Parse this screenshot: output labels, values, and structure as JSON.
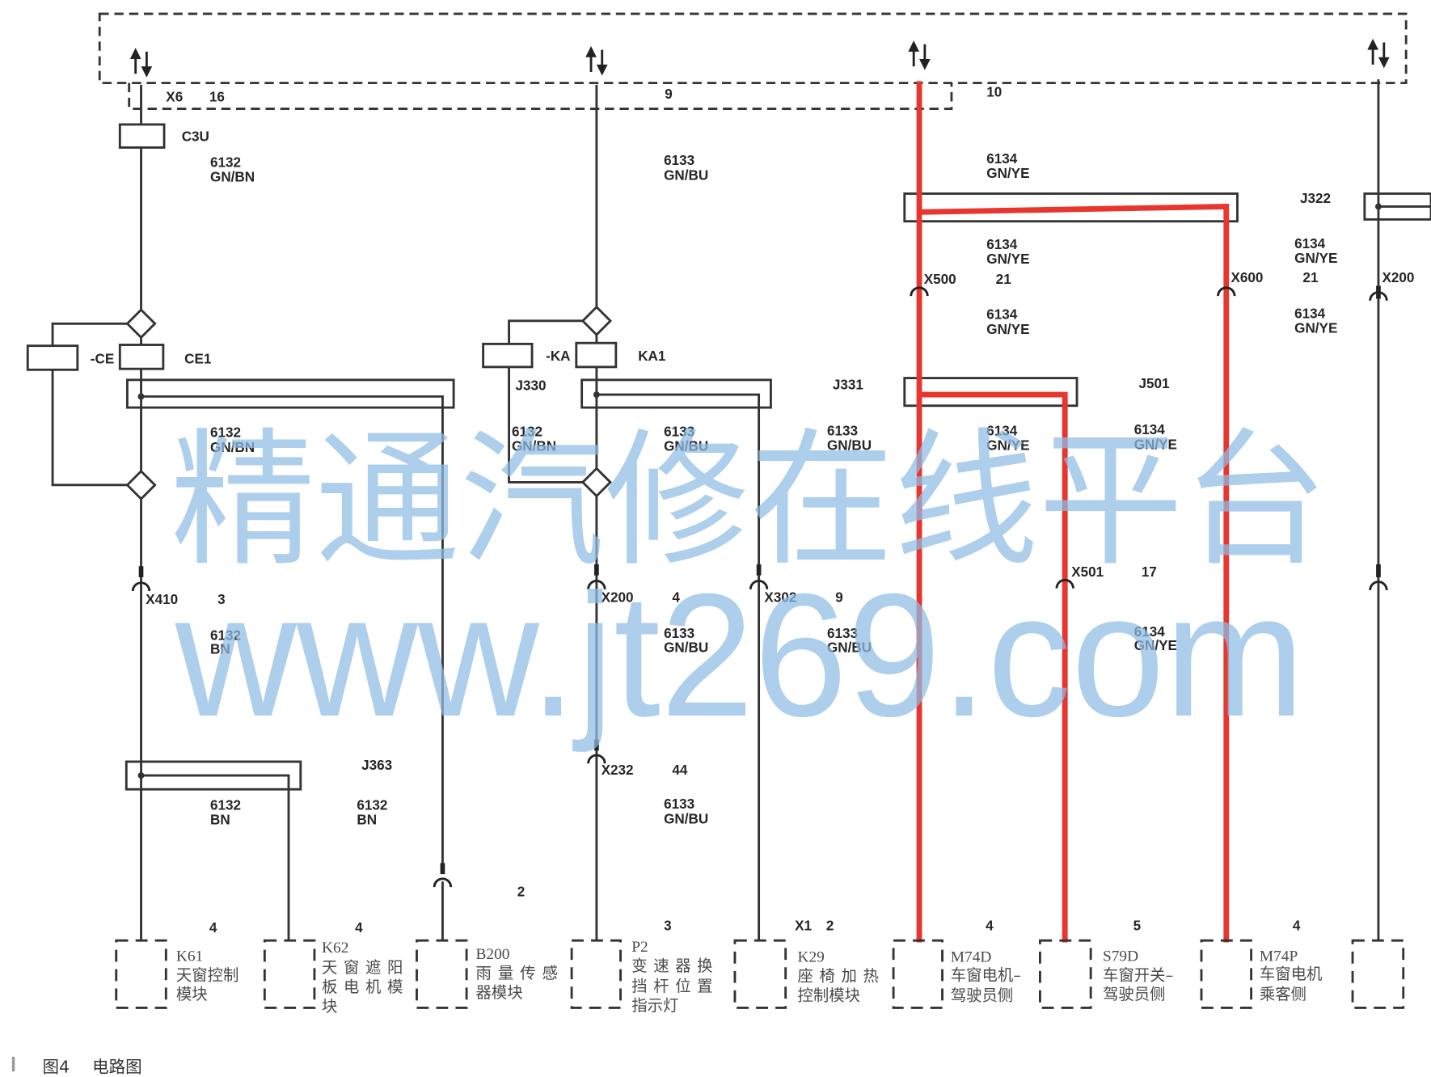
{
  "diagram": {
    "top_connector": {
      "name": "X6",
      "pins": [
        "16",
        "9",
        "10"
      ]
    },
    "c3u": "C3U",
    "harness": {
      "ce_left": "-CE",
      "ce_right": "CE1",
      "ka_left": "-KA",
      "ka_right": "KA1"
    },
    "splices": {
      "j322": "J322",
      "j330": "J330",
      "j331": "J331",
      "j501": "J501",
      "j363": "J363"
    },
    "connectors": [
      {
        "name": "X500",
        "pin": "21"
      },
      {
        "name": "X600",
        "pin": "21"
      },
      {
        "name": "X200"
      },
      {
        "name": "X410",
        "pin": "3"
      },
      {
        "name": "X200",
        "pin": "4"
      },
      {
        "name": "X302",
        "pin": "9"
      },
      {
        "name": "X501",
        "pin": "17"
      },
      {
        "name": "X232",
        "pin": "44"
      }
    ],
    "wires": [
      {
        "circuit": "6132",
        "color": "GN/BN"
      },
      {
        "circuit": "6133",
        "color": "GN/BU"
      },
      {
        "circuit": "6134",
        "color": "GN/YE"
      },
      {
        "circuit": "6134",
        "color": "GN/YE"
      },
      {
        "circuit": "6134",
        "color": "GN/YE"
      },
      {
        "circuit": "6134",
        "color": "GN/YE"
      },
      {
        "circuit": "6134",
        "color": "GN/YE"
      },
      {
        "circuit": "6132",
        "color": "GN/BN"
      },
      {
        "circuit": "6132",
        "color": "GN/BN"
      },
      {
        "circuit": "6133",
        "color": "GN/BU"
      },
      {
        "circuit": "6133",
        "color": "GN/BU"
      },
      {
        "circuit": "6134",
        "color": "GN/YE"
      },
      {
        "circuit": "6134",
        "color": "GN/YE"
      },
      {
        "circuit": "6132",
        "color": "BN"
      },
      {
        "circuit": "6133",
        "color": "GN/BU"
      },
      {
        "circuit": "6133",
        "color": "GN/BU"
      },
      {
        "circuit": "6134",
        "color": "GN/YE"
      },
      {
        "circuit": "6132",
        "color": "BN"
      },
      {
        "circuit": "6132",
        "color": "BN"
      },
      {
        "circuit": "6133",
        "color": "GN/BU"
      }
    ],
    "components": [
      {
        "id": "K61",
        "desc": [
          "天窗控制",
          "模块"
        ],
        "pin": "4"
      },
      {
        "id": "K62",
        "desc": [
          "天窗遮阳",
          "板电机模",
          "块"
        ],
        "pin": "4"
      },
      {
        "id": "B200",
        "desc": [
          "雨量传感",
          "器模块"
        ],
        "pin": "2"
      },
      {
        "id": "P2",
        "desc": [
          "变速器换",
          "挡杆位置",
          "指示灯"
        ],
        "pin": "3"
      },
      {
        "id": "K29",
        "desc": [
          "座椅加热",
          "控制模块"
        ],
        "connector": "X1",
        "pin": "2"
      },
      {
        "id": "M74D",
        "desc": [
          "车窗电机–",
          "驾驶员侧"
        ],
        "pin": "4"
      },
      {
        "id": "S79D",
        "desc": [
          "车窗开关–",
          "驾驶员侧"
        ],
        "pin": "5"
      },
      {
        "id": "M74P",
        "desc": [
          "车窗电机",
          "乘客侧"
        ],
        "pin": "4"
      }
    ]
  },
  "caption": {
    "figure": "图4",
    "title": "电路图"
  },
  "watermark": {
    "line1": "精通汽修在线平台",
    "line2": "www.jt269.com"
  },
  "colors": {
    "wire": "#333333",
    "highlight": "#e8352e",
    "watermark": "#90bde6",
    "background": "#ffffff"
  }
}
